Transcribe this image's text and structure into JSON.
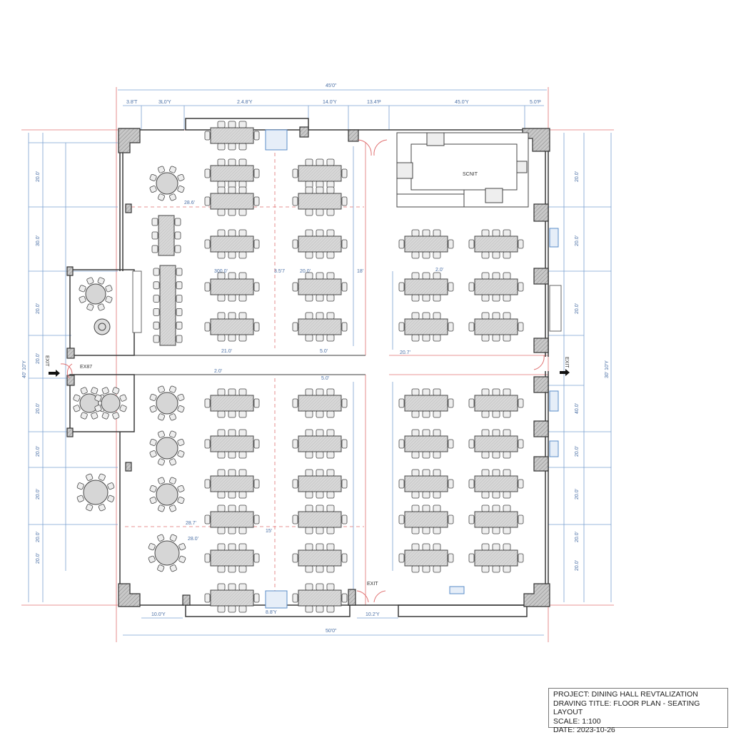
{
  "title_block": {
    "project": "PROJECT: DINING HALL REVTALIZATION",
    "drawing_title": "DRAVING TITLE: FLOOR PLAN - SEATING LAYOUT",
    "scale": "SCALE: 1:100",
    "date": "DATE: 2023-10-26"
  },
  "dimensions": {
    "top_overall": "45'0\"",
    "top_segments": [
      "3.8'T",
      "3L0'Y",
      "2.4.8'Y",
      "14.0'Y",
      "13.4'P",
      "45.0'Y",
      "5.0'P"
    ],
    "bottom_overall": "50'0\"",
    "bottom_segments": [
      "10.0'Y",
      "8.8'Y",
      "10.2'Y"
    ],
    "left_overall": "40' 10'Y",
    "right_overall": "30' 10'Y",
    "left_segments": [
      "20.0'",
      "30.0'",
      "20.0'",
      "20.0'",
      "20.0'",
      "20.0'",
      "20.0'",
      "20.0'",
      "20.0'"
    ],
    "right_segments": [
      "20.0'",
      "20.0'",
      "20.0'",
      "40.0'",
      "20.0'",
      "20.0'",
      "20.0'",
      "20.0'"
    ]
  },
  "labels": {
    "kitchen": "SCNIT",
    "exit_left": "EXIT",
    "exit_right": "EXIT",
    "exit_bottom": "EXIT",
    "entry": "EX87",
    "notes": [
      "28.6'",
      "300.0'",
      "3.5'7",
      "20.0'",
      "18'",
      "21.0'",
      "5.0'",
      "2.0'",
      "20.7'",
      "28.0'",
      "5.0'",
      "28.7'",
      "15'",
      "2.0'"
    ]
  },
  "colors": {
    "wall": "#3a3a3a",
    "wall_fill": "#b8b8b8",
    "dimension": "#6a94c8",
    "grid_red": "#e07070",
    "table": "#d4d4d4"
  }
}
